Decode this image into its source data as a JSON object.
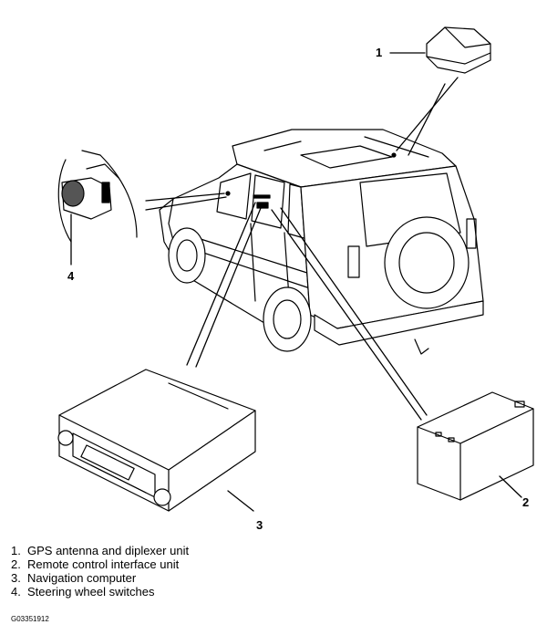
{
  "callouts": {
    "c1": "1",
    "c2": "2",
    "c3": "3",
    "c4": "4"
  },
  "legend": [
    {
      "num": "1.",
      "text": "GPS antenna and diplexer unit"
    },
    {
      "num": "2.",
      "text": "Remote control interface unit"
    },
    {
      "num": "3.",
      "text": "Navigation computer"
    },
    {
      "num": "4.",
      "text": "Steering wheel switches"
    }
  ],
  "figure_code": "G03351912"
}
